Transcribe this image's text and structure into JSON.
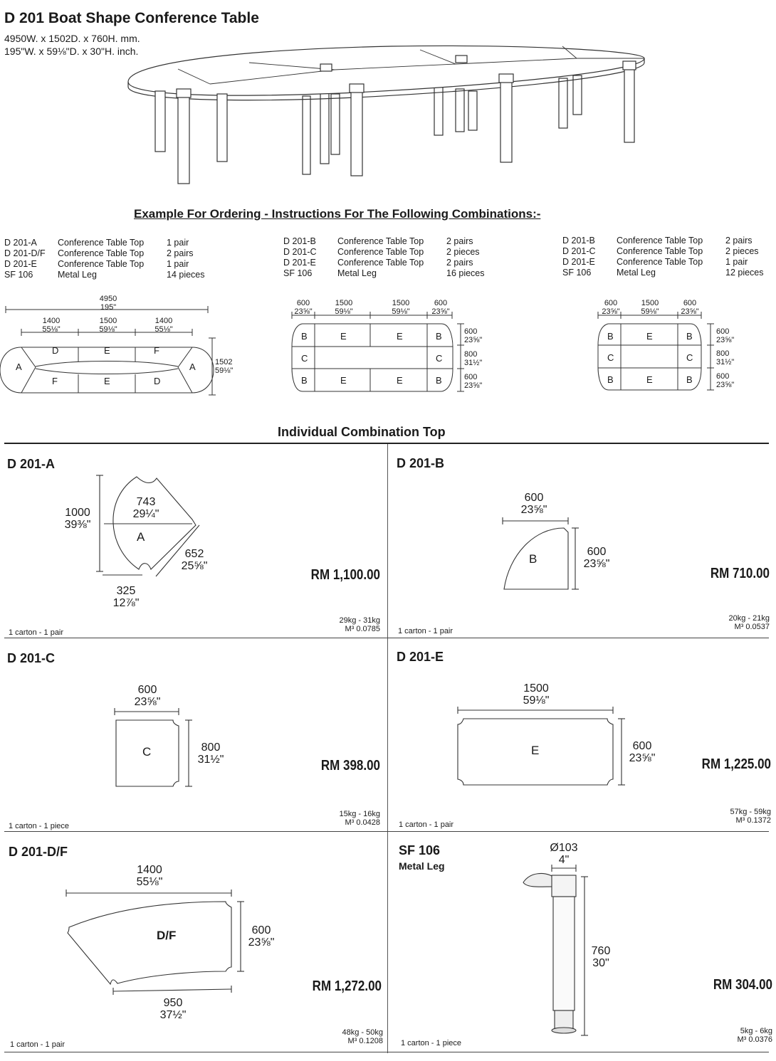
{
  "header": {
    "title": "D 201 Boat Shape Conference Table",
    "dim_mm": "4950W. x 1502D. x 760H. mm.",
    "dim_inch": "195\"W. x 59⅛\"D. x 30\"H. inch."
  },
  "ordering": {
    "heading": "Example For Ordering - Instructions For The Following Combinations:-",
    "groups": [
      {
        "rows": [
          {
            "code": "D 201-A",
            "desc": "Conference Table Top",
            "qty": "1 pair"
          },
          {
            "code": "D 201-D/F",
            "desc": "Conference Table Top",
            "qty": "2 pairs"
          },
          {
            "code": "D 201-E",
            "desc": "Conference Table Top",
            "qty": "1 pair"
          },
          {
            "code": "SF 106",
            "desc": "Metal Leg",
            "qty": "14 pieces"
          }
        ]
      },
      {
        "rows": [
          {
            "code": "D 201-B",
            "desc": "Conference Table Top",
            "qty": "2 pairs"
          },
          {
            "code": "D 201-C",
            "desc": "Conference Table Top",
            "qty": "2 pieces"
          },
          {
            "code": "D 201-E",
            "desc": "Conference Table Top",
            "qty": "2 pairs"
          },
          {
            "code": "SF 106",
            "desc": "Metal Leg",
            "qty": "16 pieces"
          }
        ]
      },
      {
        "rows": [
          {
            "code": "D 201-B",
            "desc": "Conference Table Top",
            "qty": "2 pairs"
          },
          {
            "code": "D 201-C",
            "desc": "Conference Table Top",
            "qty": "2 pieces"
          },
          {
            "code": "D 201-E",
            "desc": "Conference Table Top",
            "qty": "1 pair"
          },
          {
            "code": "SF 106",
            "desc": "Metal Leg",
            "qty": "12 pieces"
          }
        ]
      }
    ]
  },
  "combo": {
    "c1": {
      "total_mm": "4950",
      "total_in": "195\"",
      "s1_mm": "1400",
      "s1_in": "55⅛\"",
      "s2_mm": "1500",
      "s2_in": "59⅛\"",
      "s3_mm": "1400",
      "s3_in": "55⅛\"",
      "h_mm": "1502",
      "h_in": "59⅛\"",
      "labels": {
        "a": "A",
        "d": "D",
        "e": "E",
        "f": "F"
      }
    },
    "c2": {
      "w1_mm": "600",
      "w1_in": "23⅝\"",
      "w2_mm": "1500",
      "w2_in": "59⅛\"",
      "w3_mm": "1500",
      "w3_in": "59⅛\"",
      "w4_mm": "600",
      "w4_in": "23⅝\"",
      "h1_mm": "600",
      "h1_in": "23⅝\"",
      "h2_mm": "800",
      "h2_in": "31½\"",
      "h3_mm": "600",
      "h3_in": "23⅝\"",
      "labels": {
        "b": "B",
        "c": "C",
        "e": "E"
      }
    },
    "c3": {
      "w1_mm": "600",
      "w1_in": "23⅝\"",
      "w2_mm": "1500",
      "w2_in": "59⅛\"",
      "w3_mm": "600",
      "w3_in": "23⅝\"",
      "h1_mm": "600",
      "h1_in": "23⅝\"",
      "h2_mm": "800",
      "h2_in": "31½\"",
      "h3_mm": "600",
      "h3_in": "23⅝\""
    }
  },
  "individual_heading": "Individual Combination Top",
  "items": {
    "a": {
      "code": "D 201-A",
      "label": "A",
      "d1_mm": "1000",
      "d1_in": "39⅜\"",
      "d2_mm": "743",
      "d2_in": "29¼\"",
      "d3_mm": "652",
      "d3_in": "25⅝\"",
      "d4_mm": "325",
      "d4_in": "12⅞\"",
      "price": "RM 1,100.00",
      "weight": "29kg - 31kg",
      "volume": "M³ 0.0785",
      "carton": "1 carton - 1 pair"
    },
    "b": {
      "code": "D 201-B",
      "label": "B",
      "d1_mm": "600",
      "d1_in": "23⅝\"",
      "d2_mm": "600",
      "d2_in": "23⅝\"",
      "price": "RM 710.00",
      "weight": "20kg - 21kg",
      "volume": "M³ 0.0537",
      "carton": "1 carton - 1 pair"
    },
    "c": {
      "code": "D 201-C",
      "label": "C",
      "d1_mm": "600",
      "d1_in": "23⅝\"",
      "d2_mm": "800",
      "d2_in": "31½\"",
      "price": "RM 398.00",
      "weight": "15kg - 16kg",
      "volume": "M³ 0.0428",
      "carton": "1 carton - 1 piece"
    },
    "e": {
      "code": "D 201-E",
      "label": "E",
      "d1_mm": "1500",
      "d1_in": "59⅛\"",
      "d2_mm": "600",
      "d2_in": "23⅝\"",
      "price": "RM 1,225.00",
      "weight": "57kg - 59kg",
      "volume": "M³ 0.1372",
      "carton": "1 carton - 1 pair"
    },
    "df": {
      "code": "D 201-D/F",
      "label": "D/F",
      "d1_mm": "1400",
      "d1_in": "55⅛\"",
      "d2_mm": "600",
      "d2_in": "23⅝\"",
      "d3_mm": "950",
      "d3_in": "37½\"",
      "price": "RM 1,272.00",
      "weight": "48kg - 50kg",
      "volume": "M³ 0.1208",
      "carton": "1 carton - 1 pair"
    },
    "sf": {
      "code": "SF 106",
      "subtitle": "Metal Leg",
      "d1_mm": "Ø103",
      "d1_in": "4\"",
      "d2_mm": "760",
      "d2_in": "30\"",
      "price": "RM 304.00",
      "weight": "5kg - 6kg",
      "volume": "M³ 0.0376",
      "carton": "1 carton - 1 piece"
    }
  }
}
